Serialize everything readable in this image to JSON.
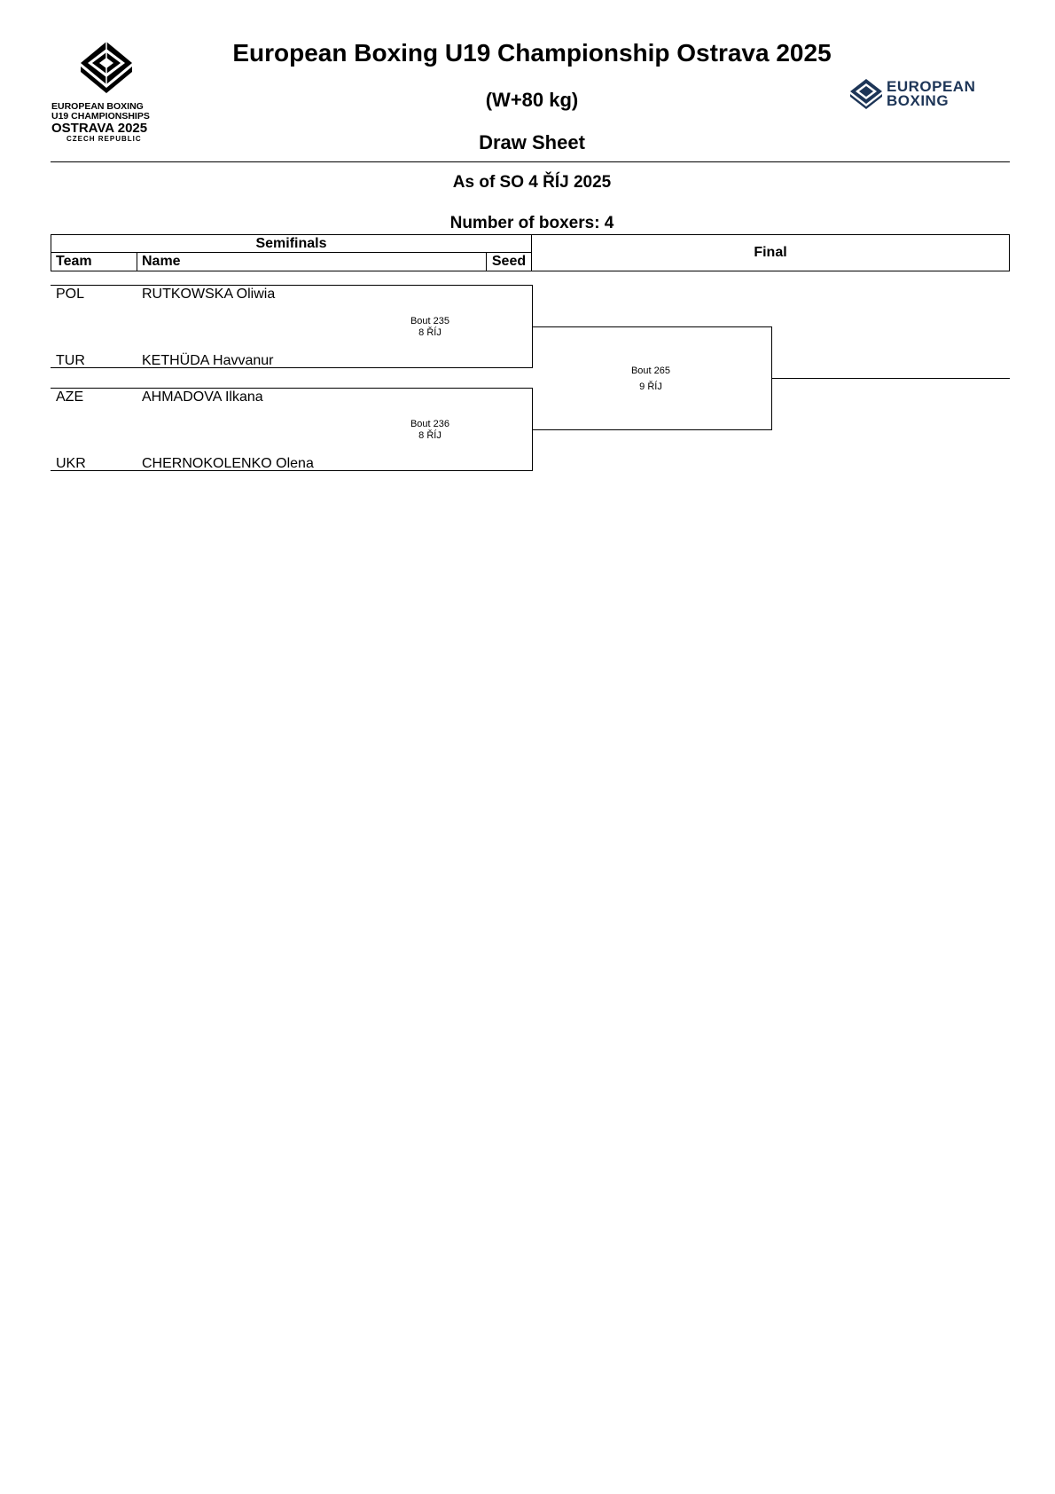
{
  "header": {
    "title": "European Boxing U19 Championship Ostrava 2025",
    "category": "(W+80 kg)",
    "sheet": "Draw Sheet",
    "as_of": "As of SO 4 ŘÍJ 2025",
    "count": "Number of boxers: 4"
  },
  "event_logo": {
    "line1": "EUROPEAN BOXING",
    "line2": "U19 CHAMPIONSHIPS",
    "line3": "OSTRAVA 2025",
    "line4": "CZECH REPUBLIC"
  },
  "org_logo": {
    "line1": "EUROPEAN",
    "line2": "BOXING",
    "color": "#1d3557"
  },
  "table": {
    "round1": "Semifinals",
    "round2": "Final",
    "col_team": "Team",
    "col_name": "Name",
    "col_seed": "Seed"
  },
  "boxers": [
    {
      "team": "POL",
      "name": "RUTKOWSKA Oliwia"
    },
    {
      "team": "TUR",
      "name": "KETHÜDA Havvanur"
    },
    {
      "team": "AZE",
      "name": "AHMADOVA Ilkana"
    },
    {
      "team": "UKR",
      "name": "CHERNOKOLENKO Olena"
    }
  ],
  "bouts": [
    {
      "label": "Bout  235",
      "date": "8 ŘÍJ"
    },
    {
      "label": "Bout  236",
      "date": "8 ŘÍJ"
    },
    {
      "label": "Bout  265",
      "date": "9 ŘÍJ"
    }
  ]
}
